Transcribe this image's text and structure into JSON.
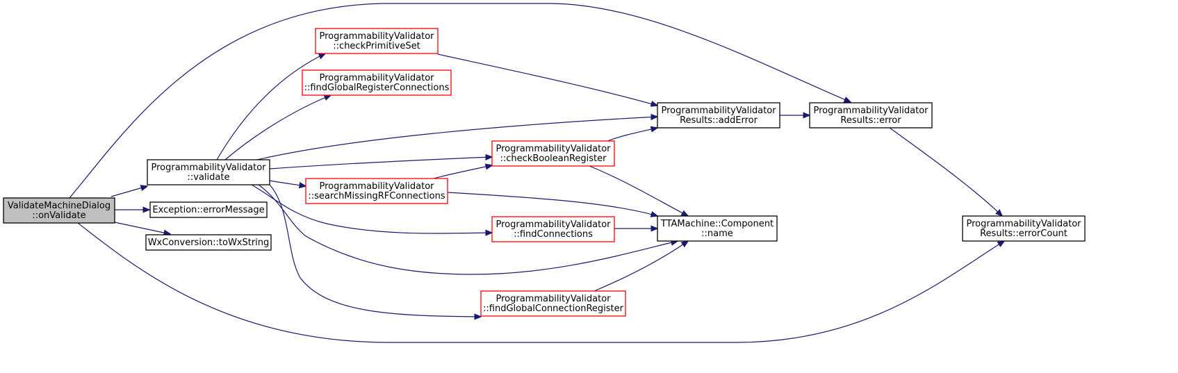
{
  "colors": {
    "edge": "#191970",
    "border_normal": "#000000",
    "border_truncated": "#ff0000",
    "fill_root": "#bfbfbf",
    "fill_node": "#ffffff"
  },
  "nodes": [
    {
      "id": "onValidate",
      "lines": [
        "ValidateMachineDialog",
        "::onValidate"
      ],
      "style": "root"
    },
    {
      "id": "validate",
      "lines": [
        "ProgrammabilityValidator",
        "::validate"
      ],
      "style": "normal"
    },
    {
      "id": "errorMessage",
      "lines": [
        "Exception::errorMessage"
      ],
      "style": "normal"
    },
    {
      "id": "toWxString",
      "lines": [
        "WxConversion::toWxString"
      ],
      "style": "normal"
    },
    {
      "id": "checkPrimitiveSet",
      "lines": [
        "ProgrammabilityValidator",
        "::checkPrimitiveSet"
      ],
      "style": "truncated"
    },
    {
      "id": "findGlobalRegisterConnections",
      "lines": [
        "ProgrammabilityValidator",
        "::findGlobalRegisterConnections"
      ],
      "style": "truncated"
    },
    {
      "id": "checkBooleanRegister",
      "lines": [
        "ProgrammabilityValidator",
        "::checkBooleanRegister"
      ],
      "style": "truncated"
    },
    {
      "id": "searchMissingRFConnections",
      "lines": [
        "ProgrammabilityValidator",
        "::searchMissingRFConnections"
      ],
      "style": "truncated"
    },
    {
      "id": "findConnections",
      "lines": [
        "ProgrammabilityValidator",
        "::findConnections"
      ],
      "style": "truncated"
    },
    {
      "id": "findGlobalConnectionRegister",
      "lines": [
        "ProgrammabilityValidator",
        "::findGlobalConnectionRegister"
      ],
      "style": "truncated"
    },
    {
      "id": "addError",
      "lines": [
        "ProgrammabilityValidator",
        "Results::addError"
      ],
      "style": "normal"
    },
    {
      "id": "componentName",
      "lines": [
        "TTAMachine::Component",
        "::name"
      ],
      "style": "normal"
    },
    {
      "id": "error",
      "lines": [
        "ProgrammabilityValidator",
        "Results::error"
      ],
      "style": "normal"
    },
    {
      "id": "errorCount",
      "lines": [
        "ProgrammabilityValidator",
        "Results::errorCount"
      ],
      "style": "normal"
    }
  ],
  "edges": [
    {
      "from": "onValidate",
      "to": "validate"
    },
    {
      "from": "onValidate",
      "to": "errorMessage"
    },
    {
      "from": "onValidate",
      "to": "toWxString"
    },
    {
      "from": "onValidate",
      "to": "error"
    },
    {
      "from": "onValidate",
      "to": "errorCount"
    },
    {
      "from": "validate",
      "to": "checkPrimitiveSet"
    },
    {
      "from": "validate",
      "to": "findGlobalRegisterConnections"
    },
    {
      "from": "validate",
      "to": "addError"
    },
    {
      "from": "validate",
      "to": "checkBooleanRegister"
    },
    {
      "from": "validate",
      "to": "searchMissingRFConnections"
    },
    {
      "from": "validate",
      "to": "findConnections"
    },
    {
      "from": "validate",
      "to": "componentName"
    },
    {
      "from": "validate",
      "to": "findGlobalConnectionRegister"
    },
    {
      "from": "checkPrimitiveSet",
      "to": "addError"
    },
    {
      "from": "checkBooleanRegister",
      "to": "addError"
    },
    {
      "from": "checkBooleanRegister",
      "to": "componentName"
    },
    {
      "from": "searchMissingRFConnections",
      "to": "checkBooleanRegister"
    },
    {
      "from": "searchMissingRFConnections",
      "to": "componentName"
    },
    {
      "from": "findConnections",
      "to": "componentName"
    },
    {
      "from": "findGlobalConnectionRegister",
      "to": "componentName"
    },
    {
      "from": "addError",
      "to": "error"
    },
    {
      "from": "error",
      "to": "errorCount"
    }
  ]
}
